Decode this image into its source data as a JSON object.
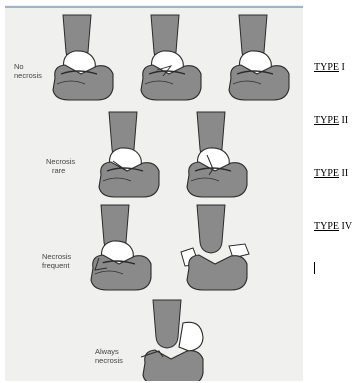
{
  "annotations": {
    "no_necrosis": [
      "No",
      "necrosis"
    ],
    "necrosis_rare": [
      "Necrosis",
      "rare"
    ],
    "necrosis_frequent": [
      "Necrosis",
      "frequent"
    ],
    "always_necrosis": [
      "Always",
      "necrosis"
    ]
  },
  "types": [
    {
      "word": "TYPE",
      "num": "I"
    },
    {
      "word": "TYPE",
      "num": "II"
    },
    {
      "word": "TYPE",
      "num": "II"
    },
    {
      "word": "TYPE",
      "num": "IV"
    }
  ],
  "colors": {
    "bone_fill": "#8a8a8a",
    "talus_fill": "#ffffff",
    "outline": "#2b2b2b",
    "panel_bg": "#f0f0ee"
  }
}
